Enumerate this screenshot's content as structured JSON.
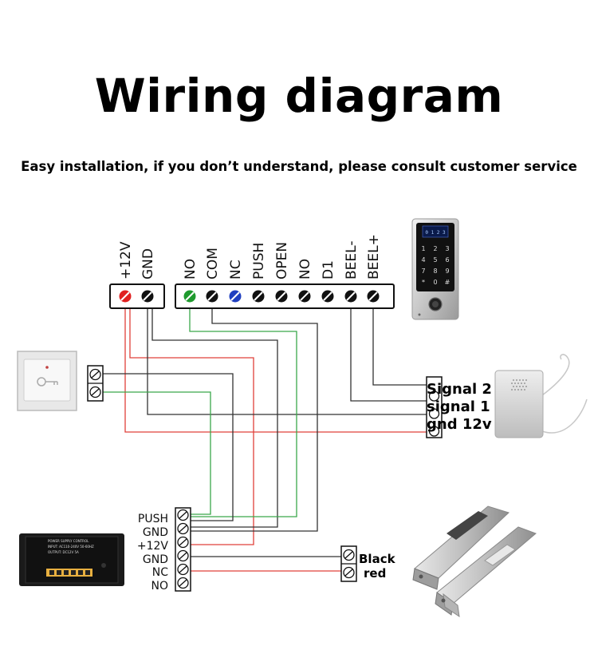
{
  "title": "Wiring diagram",
  "subtitle": "Easy installation, if you don’t understand, please consult customer service",
  "top_terminals": {
    "left_block": [
      "+12V",
      "GND"
    ],
    "right_block": [
      "NO",
      "COM",
      "NC",
      "PUSH",
      "OPEN",
      "NO",
      "D1",
      "BEEL-",
      "BEEL+"
    ]
  },
  "siren_labels": [
    "Signal 2",
    "signal 1",
    "gnd 12v"
  ],
  "power_supply_terminals": [
    "PUSH",
    "GND",
    "+12V",
    "GND",
    "NC",
    "NO"
  ],
  "lock_labels": [
    "Black",
    "red"
  ],
  "keypad_digits": [
    "1",
    "2",
    "3",
    "4",
    "5",
    "6",
    "7",
    "8",
    "9",
    "*",
    "0",
    "#"
  ],
  "power_supply_box": {
    "line1": "POWER SUPPLY CONTROL",
    "line2": "INPUT: AC110-240V 50-60HZ",
    "line3": "OUTPUT: DC12V 5A"
  },
  "colors": {
    "red_wire": "#e0403a",
    "green_wire": "#3aa84a",
    "black_wire": "#333333",
    "terminal_red": "#e02020",
    "terminal_green": "#1f9a2e",
    "terminal_blue": "#2040c0"
  }
}
